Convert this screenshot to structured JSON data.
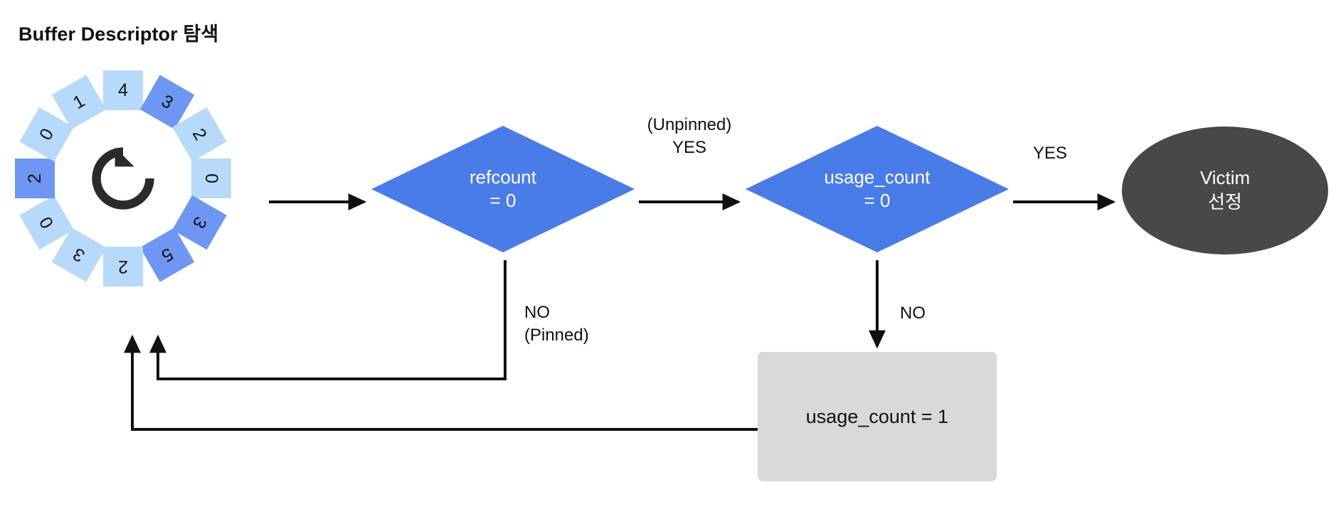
{
  "title": "Buffer Descriptor 탐색",
  "clock_ring": {
    "icon": "refresh-rotate-icon",
    "colors": {
      "light": "#b7dafa",
      "dark": "#6d97f2"
    },
    "cells": [
      {
        "value": "4",
        "tone": "light",
        "angle": 0
      },
      {
        "value": "3",
        "tone": "dark",
        "angle": 30
      },
      {
        "value": "2",
        "tone": "light",
        "angle": 60
      },
      {
        "value": "0",
        "tone": "light",
        "angle": 90
      },
      {
        "value": "3",
        "tone": "dark",
        "angle": 120
      },
      {
        "value": "5",
        "tone": "dark",
        "angle": 150
      },
      {
        "value": "2",
        "tone": "light",
        "angle": 180
      },
      {
        "value": "3",
        "tone": "light",
        "angle": 210
      },
      {
        "value": "0",
        "tone": "light",
        "angle": 240
      },
      {
        "value": "2",
        "tone": "dark",
        "angle": 270
      },
      {
        "value": "0",
        "tone": "light",
        "angle": 300
      },
      {
        "value": "1",
        "tone": "light",
        "angle": 330
      }
    ]
  },
  "nodes": {
    "diamond_refcount": {
      "line1": "refcount",
      "line2": "= 0",
      "color": "#4a7ce8"
    },
    "diamond_usagecount": {
      "line1": "usage_count",
      "line2": "= 0",
      "color": "#4a7ce8"
    },
    "victim": {
      "line1": "Victim",
      "line2": "선정",
      "color": "#484848"
    },
    "usage_box": {
      "text": "usage_count = 1",
      "color": "#d9d9d9"
    }
  },
  "edge_labels": {
    "unpinned_yes": "(Unpinned)\nYES",
    "no_pinned": "NO\n(Pinned)",
    "yes_victim": "YES",
    "no_usage": "NO"
  }
}
